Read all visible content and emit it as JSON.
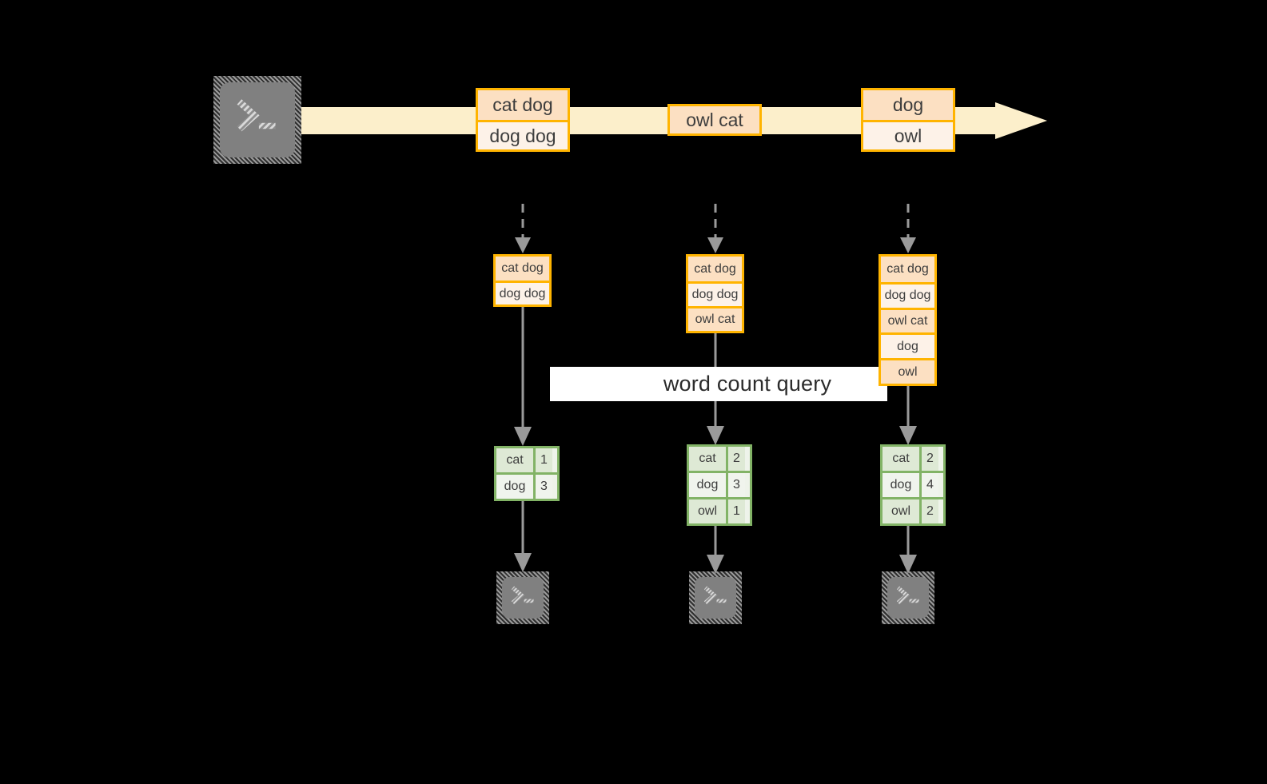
{
  "diagram": {
    "title_label": "word count query",
    "colors": {
      "background": "#000000",
      "record_border": "#FFB400",
      "record_fill_dark": "#FCE0C2",
      "record_fill_light": "#FDF2E8",
      "stream_band": "#FCEFCB",
      "table_border": "#82B366",
      "table_fill_dark": "#DEE9D5",
      "table_fill_light": "#F0F4ED",
      "arrow_gray": "#9A9A9A",
      "terminal_body": "#808080",
      "label_band": "#FFFFFF"
    },
    "source": {
      "icon": "terminal-icon",
      "glyph": ">_"
    },
    "stream": {
      "name": "append-only-stream-arrow",
      "records": [
        {
          "name": "stream-record-1",
          "lines": [
            "cat dog",
            "dog dog"
          ]
        },
        {
          "name": "stream-record-2",
          "lines": [
            "owl cat"
          ]
        },
        {
          "name": "stream-record-3",
          "lines": [
            "dog",
            "owl"
          ]
        }
      ]
    },
    "snapshots": [
      {
        "name": "snapshot-1",
        "lines": [
          "cat dog",
          "dog dog"
        ],
        "result": {
          "rows": [
            {
              "word": "cat",
              "count": "1"
            },
            {
              "word": "dog",
              "count": "3"
            }
          ]
        },
        "sink": {
          "icon": "terminal-icon",
          "glyph": ">_"
        }
      },
      {
        "name": "snapshot-2",
        "lines": [
          "cat dog",
          "dog dog",
          "owl cat"
        ],
        "result": {
          "rows": [
            {
              "word": "cat",
              "count": "2"
            },
            {
              "word": "dog",
              "count": "3"
            },
            {
              "word": "owl",
              "count": "1"
            }
          ]
        },
        "sink": {
          "icon": "terminal-icon",
          "glyph": ">_"
        }
      },
      {
        "name": "snapshot-3",
        "lines": [
          "cat dog",
          "dog dog",
          "owl cat",
          "dog",
          "owl"
        ],
        "result": {
          "rows": [
            {
              "word": "cat",
              "count": "2"
            },
            {
              "word": "dog",
              "count": "4"
            },
            {
              "word": "owl",
              "count": "2"
            }
          ]
        },
        "sink": {
          "icon": "terminal-icon",
          "glyph": ">_"
        }
      }
    ]
  }
}
